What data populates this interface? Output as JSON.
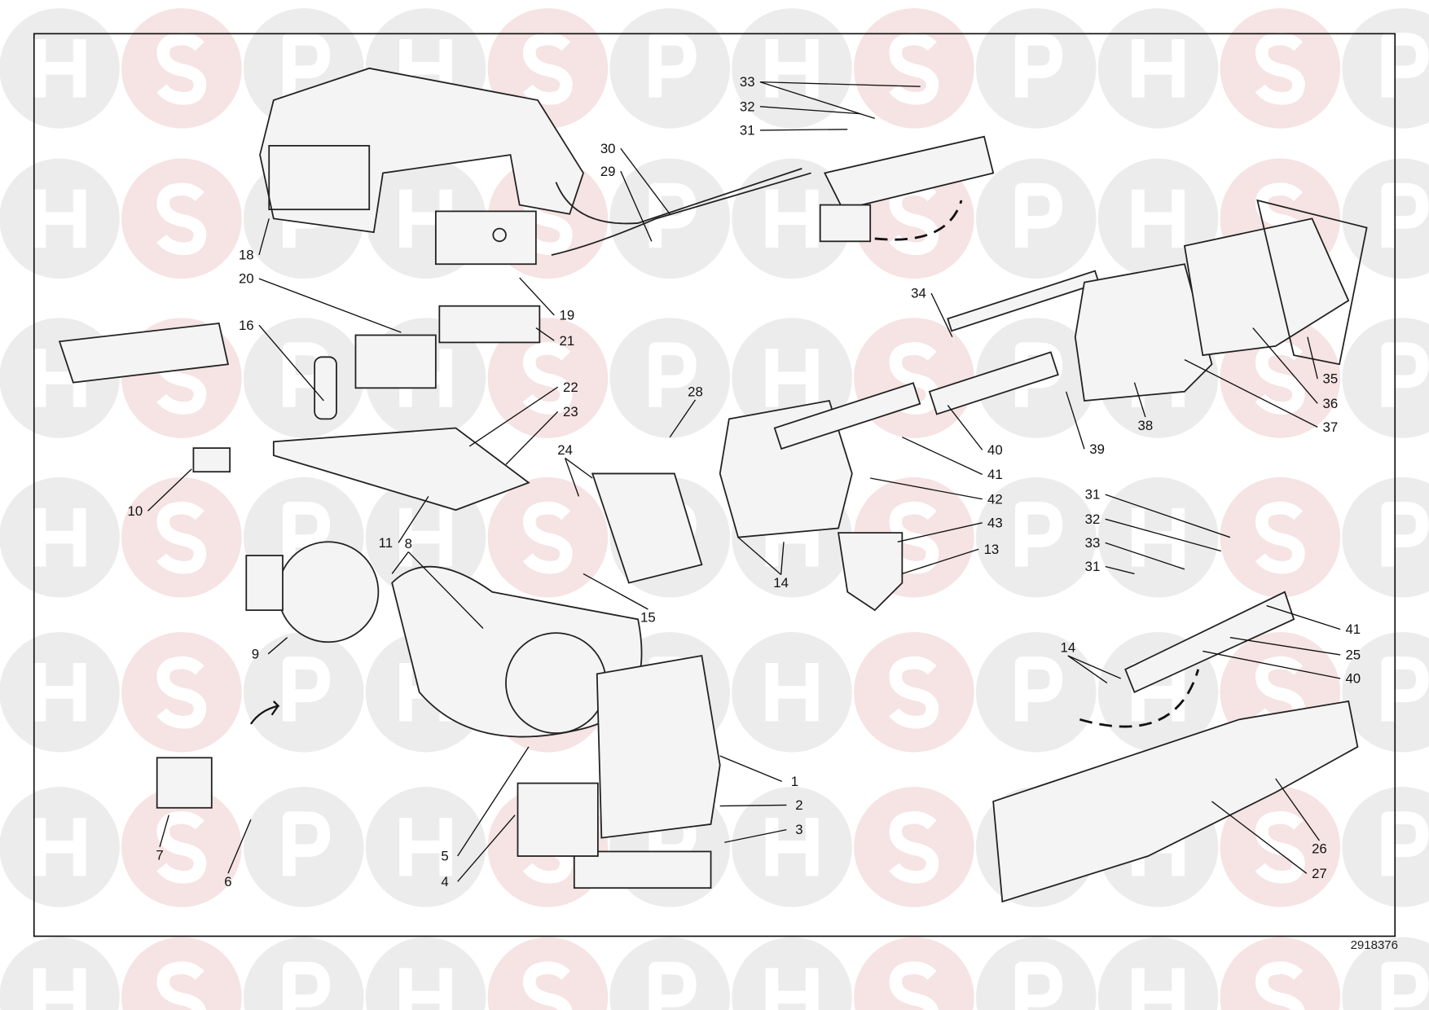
{
  "diagram": {
    "watermark": "HSP",
    "reference_number": "2918376",
    "part_labels": [
      "33",
      "32",
      "31",
      "30",
      "29",
      "18",
      "20",
      "19",
      "21",
      "16",
      "34",
      "35",
      "36",
      "37",
      "38",
      "39",
      "40",
      "41",
      "42",
      "43",
      "13",
      "28",
      "22",
      "23",
      "24",
      "14",
      "10",
      "11",
      "8",
      "15",
      "9",
      "1",
      "2",
      "3",
      "5",
      "4",
      "7",
      "6",
      "31",
      "32",
      "33",
      "31",
      "41",
      "25",
      "40",
      "14",
      "26",
      "27"
    ]
  },
  "colors": {
    "watermark_grey": "#ececec",
    "watermark_pink": "#f6e3e3",
    "letter_grey": "#ffffff",
    "line": "#111111"
  }
}
